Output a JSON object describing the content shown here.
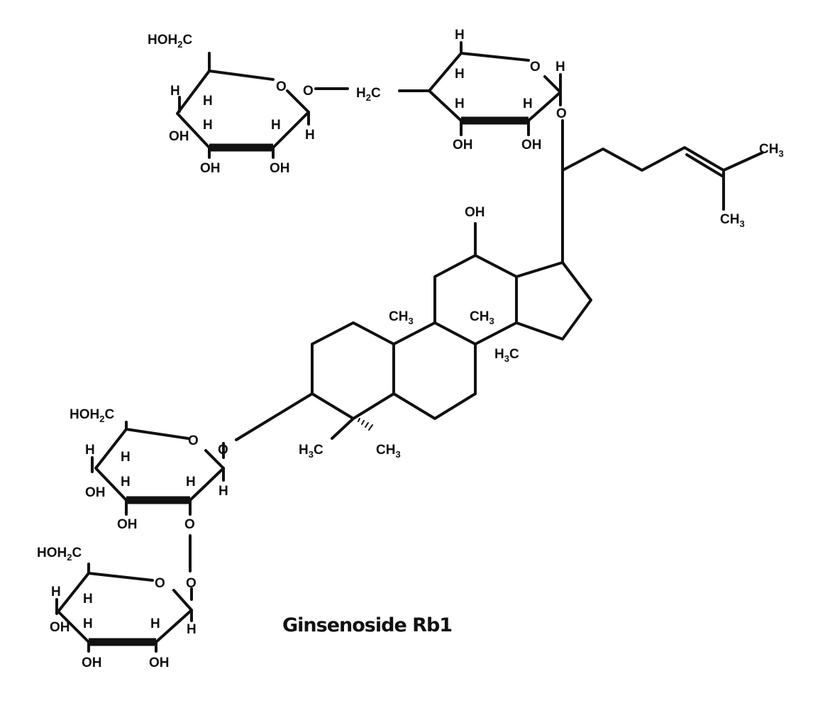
{
  "compound_name": "Ginsenoside Rb1",
  "labels": {
    "hoh2c": "HOH",
    "h3c": "H",
    "ch3": "CH",
    "sub2": "2",
    "sub3": "3",
    "c": "C",
    "oh": "OH",
    "h": "H",
    "o": "O"
  },
  "colors": {
    "ink": "#111111",
    "background": "#ffffff"
  }
}
